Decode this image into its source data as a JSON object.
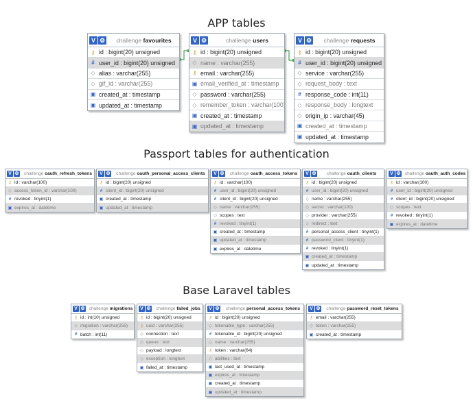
{
  "sections": {
    "app": "APP tables",
    "passport": "Passport tables for authentication",
    "base": "Base Laravel tables"
  },
  "tables": {
    "favourites": {
      "db": "challenge",
      "name": "favourites",
      "rows": [
        {
          "icon": "key",
          "text": "id : bigint(20) unsigned",
          "hl": false,
          "grey": false
        },
        {
          "icon": "hash",
          "text": "user_id : bigint(20) unsigned",
          "hl": true,
          "grey": false
        },
        {
          "icon": "diamond",
          "text": "alias : varchar(255)",
          "hl": false,
          "grey": false
        },
        {
          "icon": "diamond",
          "text": "gif_id : varchar(255)",
          "hl": false,
          "grey": true
        },
        {
          "icon": "cal",
          "text": "created_at : timestamp",
          "hl": false,
          "grey": false
        },
        {
          "icon": "cal",
          "text": "updated_at : timestamp",
          "hl": false,
          "grey": false
        }
      ]
    },
    "users": {
      "db": "challenge",
      "name": "users",
      "rows": [
        {
          "icon": "key",
          "text": "id : bigint(20) unsigned",
          "hl": false,
          "grey": false
        },
        {
          "icon": "diamond",
          "text": "name : varchar(255)",
          "hl": true,
          "grey": true
        },
        {
          "icon": "key",
          "text": "email : varchar(255)",
          "hl": false,
          "grey": false
        },
        {
          "icon": "cal",
          "text": "email_verified_at : timestamp",
          "hl": false,
          "grey": true
        },
        {
          "icon": "diamond",
          "text": "password : varchar(255)",
          "hl": false,
          "grey": false
        },
        {
          "icon": "diamond",
          "text": "remember_token : varchar(100)",
          "hl": false,
          "grey": true
        },
        {
          "icon": "cal",
          "text": "created_at : timestamp",
          "hl": false,
          "grey": false
        },
        {
          "icon": "cal",
          "text": "updated_at : timestamp",
          "hl": true,
          "grey": true
        }
      ]
    },
    "requests": {
      "db": "challenge",
      "name": "requests",
      "rows": [
        {
          "icon": "key",
          "text": "id : bigint(20) unsigned",
          "hl": false,
          "grey": false
        },
        {
          "icon": "hash",
          "text": "user_id : bigint(20) unsigned",
          "hl": true,
          "grey": false
        },
        {
          "icon": "diamond",
          "text": "service : varchar(255)",
          "hl": false,
          "grey": false
        },
        {
          "icon": "diamond",
          "text": "request_body : text",
          "hl": false,
          "grey": true
        },
        {
          "icon": "hash",
          "text": "response_code : int(11)",
          "hl": false,
          "grey": false
        },
        {
          "icon": "diamond",
          "text": "response_body : longtext",
          "hl": false,
          "grey": true
        },
        {
          "icon": "diamond",
          "text": "origin_ip : varchar(45)",
          "hl": false,
          "grey": false
        },
        {
          "icon": "cal",
          "text": "created_at : timestamp",
          "hl": false,
          "grey": true
        },
        {
          "icon": "cal",
          "text": "updated_at : timestamp",
          "hl": false,
          "grey": false
        }
      ]
    },
    "oauth_refresh_tokens": {
      "db": "challenge",
      "name": "oauth_refresh_tokens",
      "rows": [
        {
          "icon": "key",
          "text": "id : varchar(100)",
          "hl": false,
          "grey": false
        },
        {
          "icon": "diamond",
          "text": "access_token_id : varchar(100)",
          "hl": true,
          "grey": true
        },
        {
          "icon": "hash",
          "text": "revoked : tinyint(1)",
          "hl": false,
          "grey": false
        },
        {
          "icon": "cal",
          "text": "expires_at : datetime",
          "hl": true,
          "grey": true
        }
      ]
    },
    "oauth_personal_access_clients": {
      "db": "challenge",
      "name": "oauth_personal_access_clients",
      "rows": [
        {
          "icon": "key",
          "text": "id : bigint(20) unsigned",
          "hl": false,
          "grey": false
        },
        {
          "icon": "hash",
          "text": "client_id : bigint(20) unsigned",
          "hl": true,
          "grey": true
        },
        {
          "icon": "cal",
          "text": "created_at : timestamp",
          "hl": false,
          "grey": false
        },
        {
          "icon": "cal",
          "text": "updated_at : timestamp",
          "hl": true,
          "grey": true
        }
      ]
    },
    "oauth_access_tokens": {
      "db": "challenge",
      "name": "oauth_access_tokens",
      "rows": [
        {
          "icon": "key",
          "text": "id : varchar(100)",
          "hl": false,
          "grey": false
        },
        {
          "icon": "hash",
          "text": "user_id : bigint(20) unsigned",
          "hl": true,
          "grey": true
        },
        {
          "icon": "hash",
          "text": "client_id : bigint(20) unsigned",
          "hl": false,
          "grey": false
        },
        {
          "icon": "diamond",
          "text": "name : varchar(255)",
          "hl": true,
          "grey": true
        },
        {
          "icon": "diamond",
          "text": "scopes : text",
          "hl": false,
          "grey": false
        },
        {
          "icon": "hash",
          "text": "revoked : tinyint(1)",
          "hl": true,
          "grey": true
        },
        {
          "icon": "cal",
          "text": "created_at : timestamp",
          "hl": false,
          "grey": false
        },
        {
          "icon": "cal",
          "text": "updated_at : timestamp",
          "hl": true,
          "grey": true
        },
        {
          "icon": "cal",
          "text": "expires_at : datetime",
          "hl": false,
          "grey": false
        }
      ]
    },
    "oauth_clients": {
      "db": "challenge",
      "name": "oauth_clients",
      "rows": [
        {
          "icon": "key",
          "text": "id : bigint(20) unsigned",
          "hl": false,
          "grey": false
        },
        {
          "icon": "hash",
          "text": "user_id : bigint(20) unsigned",
          "hl": true,
          "grey": true
        },
        {
          "icon": "diamond",
          "text": "name : varchar(255)",
          "hl": false,
          "grey": false
        },
        {
          "icon": "diamond",
          "text": "secret : varchar(100)",
          "hl": true,
          "grey": true
        },
        {
          "icon": "diamond",
          "text": "provider : varchar(255)",
          "hl": false,
          "grey": false
        },
        {
          "icon": "diamond",
          "text": "redirect : text",
          "hl": true,
          "grey": true
        },
        {
          "icon": "hash",
          "text": "personal_access_client : tinyint(1)",
          "hl": false,
          "grey": false
        },
        {
          "icon": "hash",
          "text": "password_client : tinyint(1)",
          "hl": true,
          "grey": true
        },
        {
          "icon": "hash",
          "text": "revoked : tinyint(1)",
          "hl": false,
          "grey": false
        },
        {
          "icon": "cal",
          "text": "created_at : timestamp",
          "hl": true,
          "grey": true
        },
        {
          "icon": "cal",
          "text": "updated_at : timestamp",
          "hl": false,
          "grey": false
        }
      ]
    },
    "oauth_auth_codes": {
      "db": "challenge",
      "name": "oauth_auth_codes",
      "rows": [
        {
          "icon": "key",
          "text": "id : varchar(100)",
          "hl": false,
          "grey": false
        },
        {
          "icon": "hash",
          "text": "user_id : bigint(20) unsigned",
          "hl": true,
          "grey": true
        },
        {
          "icon": "hash",
          "text": "client_id : bigint(20) unsigned",
          "hl": false,
          "grey": false
        },
        {
          "icon": "diamond",
          "text": "scopes : text",
          "hl": true,
          "grey": true
        },
        {
          "icon": "hash",
          "text": "revoked : tinyint(1)",
          "hl": false,
          "grey": false
        },
        {
          "icon": "cal",
          "text": "expires_at : datetime",
          "hl": true,
          "grey": true
        }
      ]
    },
    "migrations": {
      "db": "challenge",
      "name": "migrations",
      "rows": [
        {
          "icon": "key",
          "text": "id : int(10) unsigned",
          "hl": false,
          "grey": false
        },
        {
          "icon": "diamond",
          "text": "migration : varchar(255)",
          "hl": true,
          "grey": true
        },
        {
          "icon": "hash",
          "text": "batch : int(11)",
          "hl": false,
          "grey": false
        }
      ]
    },
    "failed_jobs": {
      "db": "challenge",
      "name": "failed_jobs",
      "rows": [
        {
          "icon": "key",
          "text": "id : bigint(20) unsigned",
          "hl": false,
          "grey": false
        },
        {
          "icon": "key",
          "text": "uuid : varchar(255)",
          "hl": true,
          "grey": true
        },
        {
          "icon": "diamond",
          "text": "connection : text",
          "hl": false,
          "grey": false
        },
        {
          "icon": "diamond",
          "text": "queue : text",
          "hl": true,
          "grey": true
        },
        {
          "icon": "diamond",
          "text": "payload : longtext",
          "hl": false,
          "grey": false
        },
        {
          "icon": "diamond",
          "text": "exception : longtext",
          "hl": true,
          "grey": true
        },
        {
          "icon": "cal",
          "text": "failed_at : timestamp",
          "hl": false,
          "grey": false
        }
      ]
    },
    "personal_access_tokens": {
      "db": "challenge",
      "name": "personal_access_tokens",
      "rows": [
        {
          "icon": "key",
          "text": "id : bigint(20) unsigned",
          "hl": false,
          "grey": false
        },
        {
          "icon": "diamond",
          "text": "tokenable_type : varchar(255)",
          "hl": true,
          "grey": true
        },
        {
          "icon": "hash",
          "text": "tokenable_id : bigint(20) unsigned",
          "hl": false,
          "grey": false
        },
        {
          "icon": "diamond",
          "text": "name : varchar(255)",
          "hl": true,
          "grey": true
        },
        {
          "icon": "key",
          "text": "token : varchar(64)",
          "hl": false,
          "grey": false
        },
        {
          "icon": "diamond",
          "text": "abilities : text",
          "hl": true,
          "grey": true
        },
        {
          "icon": "cal",
          "text": "last_used_at : timestamp",
          "hl": false,
          "grey": false
        },
        {
          "icon": "cal",
          "text": "expires_at : timestamp",
          "hl": true,
          "grey": true
        },
        {
          "icon": "cal",
          "text": "created_at : timestamp",
          "hl": false,
          "grey": false
        },
        {
          "icon": "cal",
          "text": "updated_at : timestamp",
          "hl": true,
          "grey": true
        }
      ]
    },
    "password_reset_tokens": {
      "db": "challenge",
      "name": "password_reset_tokens",
      "rows": [
        {
          "icon": "key",
          "text": "email : varchar(255)",
          "hl": false,
          "grey": false
        },
        {
          "icon": "diamond",
          "text": "token : varchar(255)",
          "hl": true,
          "grey": true
        },
        {
          "icon": "cal",
          "text": "created_at : timestamp",
          "hl": false,
          "grey": false
        }
      ]
    }
  },
  "relations": [
    {
      "from": "favourites.user_id",
      "to": "users.id"
    },
    {
      "from": "requests.user_id",
      "to": "users.id"
    }
  ],
  "colors": {
    "header_icon": "#2e63c9",
    "key_icon": "#c9a227",
    "link_line": "#3aa84a",
    "highlight_row": "#dcdcdc"
  }
}
